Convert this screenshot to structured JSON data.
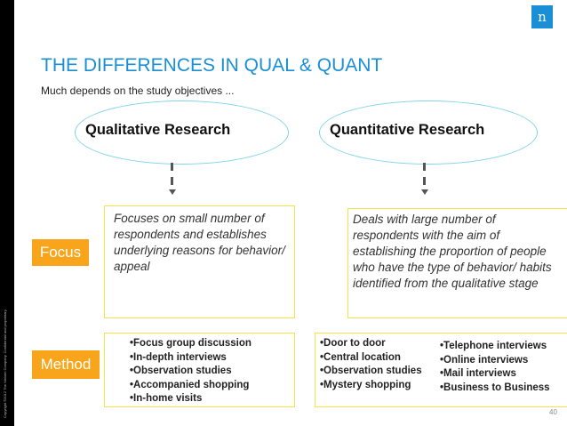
{
  "branding": {
    "copyright": "Copyright ©2012 The Nielsen Company. Confidential and proprietary.",
    "logo_letter": "n",
    "brand_color": "#1a8fd6",
    "accent_color": "#f8a51b"
  },
  "slide": {
    "title": "THE DIFFERENCES IN QUAL & QUANT",
    "subtitle": "Much depends on the study objectives ...",
    "page_number": "40"
  },
  "headings": {
    "qualitative": "Qualitative Research",
    "quantitative": "Quantitative Research"
  },
  "rows": {
    "focus_label": "Focus",
    "method_label": "Method"
  },
  "focus": {
    "qualitative": "Focuses on small number of respondents and establishes underlying reasons for behavior/ appeal",
    "quantitative": "Deals with large number of respondents with the aim of establishing the proportion of people who have the type of behavior/ habits identified from the qualitative stage"
  },
  "method": {
    "qualitative": [
      "•Focus group discussion",
      "•In-depth interviews",
      "•Observation studies",
      "•Accompanied shopping",
      "•In-home visits"
    ],
    "quantitative_col1": [
      "•Door to door",
      "•Central location",
      "•Observation studies",
      "•Mystery shopping"
    ],
    "quantitative_col2": [
      "•Telephone interviews",
      "•Online interviews",
      "•Mail interviews",
      "•Business to Business"
    ]
  }
}
